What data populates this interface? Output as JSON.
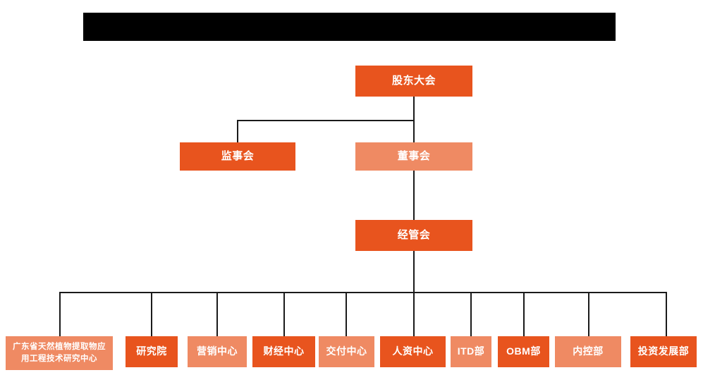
{
  "chart_data": {
    "type": "diagram",
    "title": "",
    "diagram_kind": "organizational-chart",
    "colors": {
      "accent_orange": "#E8541E",
      "accent_salmon": "#EF8A63",
      "connector": "#1a1a1a",
      "background": "#FFFFFF",
      "redaction": "#000000"
    },
    "levels": [
      {
        "level": 1,
        "nodes": [
          "股东大会"
        ]
      },
      {
        "level": 2,
        "nodes": [
          "监事会",
          "董事会"
        ]
      },
      {
        "level": 3,
        "nodes": [
          "经管会"
        ]
      },
      {
        "level": 4,
        "nodes": [
          "广东省天然植物提取物应用工程技术研究中心",
          "研究院",
          "营销中心",
          "财经中心",
          "交付中心",
          "人资中心",
          "ITD部",
          "OBM部",
          "内控部",
          "投资发展部"
        ]
      }
    ],
    "edges": [
      {
        "from": "股东大会",
        "to": "监事会"
      },
      {
        "from": "股东大会",
        "to": "董事会"
      },
      {
        "from": "董事会",
        "to": "经管会"
      },
      {
        "from": "经管会",
        "to": "广东省天然植物提取物应用工程技术研究中心"
      },
      {
        "from": "经管会",
        "to": "研究院"
      },
      {
        "from": "经管会",
        "to": "营销中心"
      },
      {
        "from": "经管会",
        "to": "财经中心"
      },
      {
        "from": "经管会",
        "to": "交付中心"
      },
      {
        "from": "经管会",
        "to": "人资中心"
      },
      {
        "from": "经管会",
        "to": "ITD部"
      },
      {
        "from": "经管会",
        "to": "OBM部"
      },
      {
        "from": "经管会",
        "to": "内控部"
      },
      {
        "from": "经管会",
        "to": "投资发展部"
      }
    ]
  },
  "banner": {
    "label": "",
    "state": "redacted"
  },
  "nodes": {
    "shareholders_meeting": {
      "label": "股东大会",
      "color": "#E8541E"
    },
    "board_of_supervisors": {
      "label": "监事会",
      "color": "#E8541E"
    },
    "board_of_directors": {
      "label": "董事会",
      "color": "#EF8A63"
    },
    "management_committee": {
      "label": "经管会",
      "color": "#E8541E"
    },
    "research_center": {
      "label_line1": "广东省天然植物提取物应",
      "label_line2": "用工程技术研究中心",
      "color": "#EF8A63"
    },
    "research_institute": {
      "label": "研究院",
      "color": "#E8541E"
    },
    "marketing_center": {
      "label": "营销中心",
      "color": "#EF8A63"
    },
    "finance_center": {
      "label": "财经中心",
      "color": "#E8541E"
    },
    "delivery_center": {
      "label": "交付中心",
      "color": "#EF8A63"
    },
    "hr_center": {
      "label": "人资中心",
      "color": "#E8541E"
    },
    "itd_dept": {
      "label": "ITD部",
      "color": "#EF8A63"
    },
    "obm_dept": {
      "label": "OBM部",
      "color": "#E8541E"
    },
    "internal_control_dept": {
      "label": "内控部",
      "color": "#EF8A63"
    },
    "investment_development_dept": {
      "label": "投资发展部",
      "color": "#E8541E"
    }
  }
}
